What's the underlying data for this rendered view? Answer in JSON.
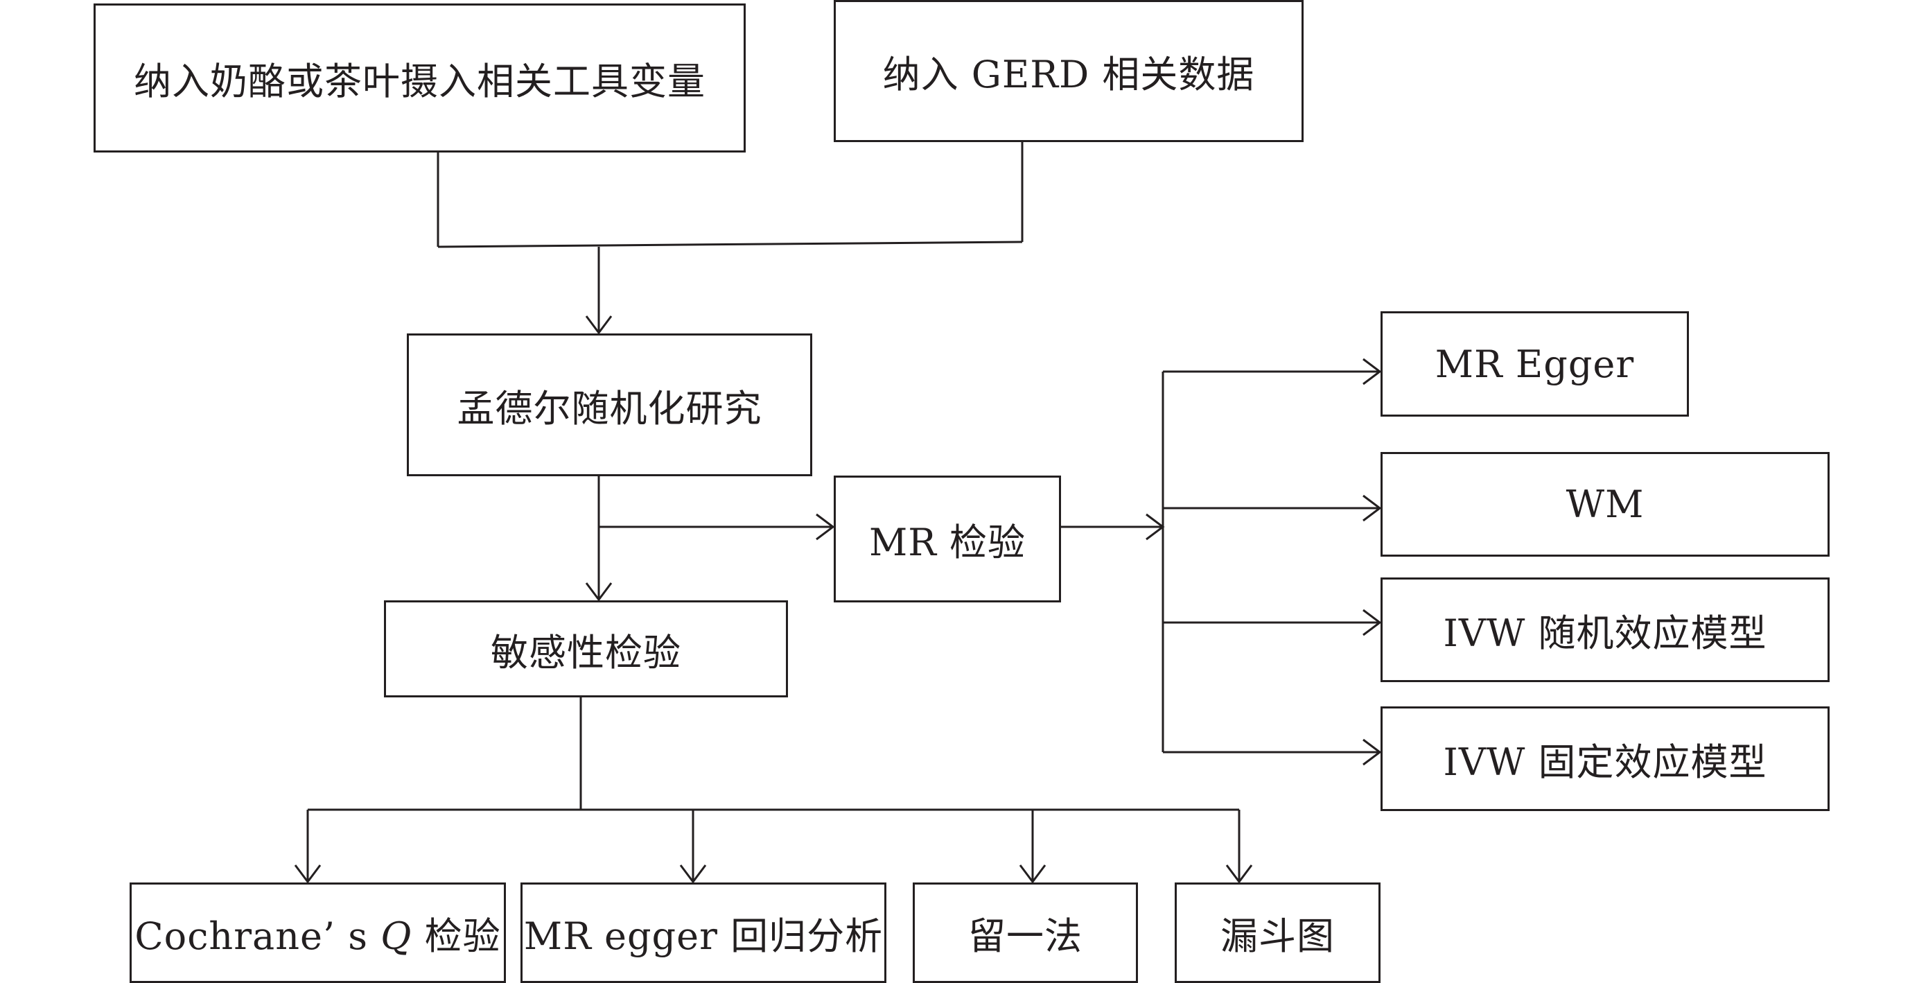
{
  "diagram": {
    "nodes": {
      "dairy_tea_iv": "纳入奶酪或茶叶摄入相关工具变量",
      "gerd_data": "纳入 GERD 相关数据",
      "mr_study": "孟德尔随机化研究",
      "mr_test": "MR 检验",
      "sensitivity": "敏感性检验",
      "mr_egger": "MR Egger",
      "wm": "WM",
      "ivw_random": "IVW 随机效应模型",
      "ivw_fixed": "IVW 固定效应模型",
      "cochrane_q_prefix": "Cochrane’ s ",
      "cochrane_q_italic": "Q",
      "cochrane_q_suffix": " 检验",
      "mr_egger_regression": "MR egger 回归分析",
      "leave_one_out": "留一法",
      "funnel_plot": "漏斗图"
    },
    "edges": [
      [
        "dairy_tea_iv",
        "mr_study"
      ],
      [
        "gerd_data",
        "mr_study"
      ],
      [
        "mr_study",
        "mr_test"
      ],
      [
        "mr_study",
        "sensitivity"
      ],
      [
        "mr_test",
        "mr_egger"
      ],
      [
        "mr_test",
        "wm"
      ],
      [
        "mr_test",
        "ivw_random"
      ],
      [
        "mr_test",
        "ivw_fixed"
      ],
      [
        "sensitivity",
        "cochrane_q"
      ],
      [
        "sensitivity",
        "mr_egger_regression"
      ],
      [
        "sensitivity",
        "leave_one_out"
      ],
      [
        "sensitivity",
        "funnel_plot"
      ]
    ],
    "colors": {
      "stroke": "#231f20",
      "background": "#ffffff"
    }
  }
}
